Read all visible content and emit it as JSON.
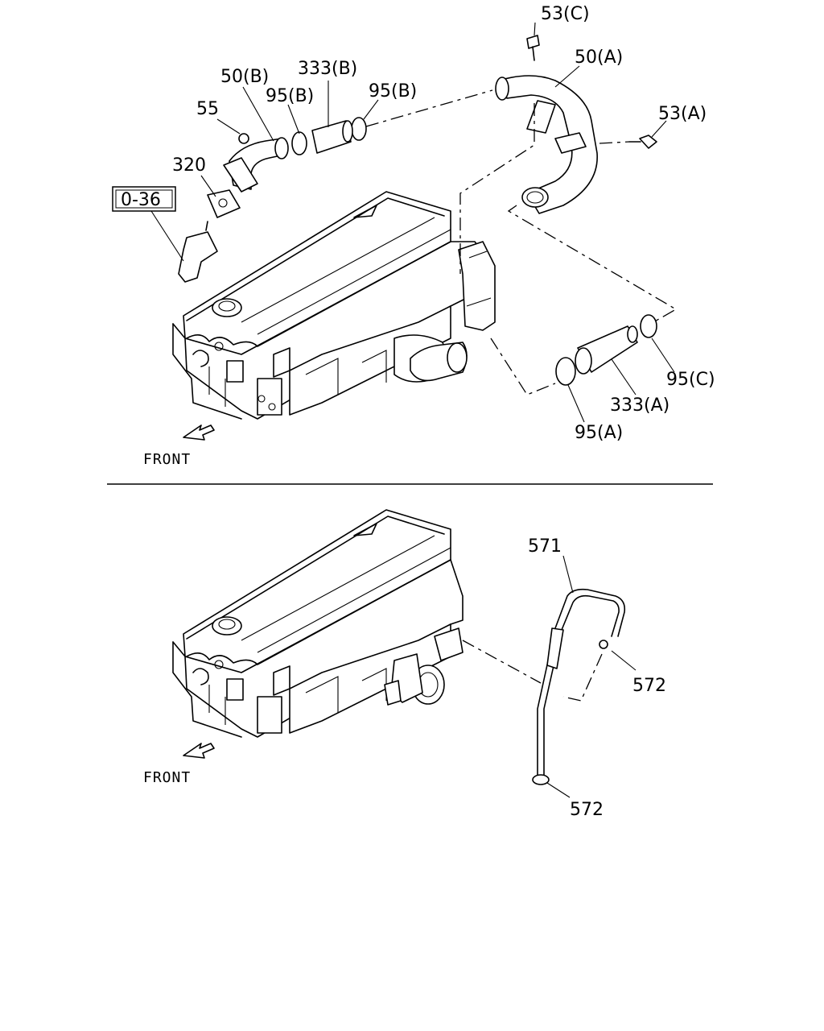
{
  "diagram": {
    "labels": {
      "p53c": "53(C)",
      "p50a": "50(A)",
      "p53a": "53(A)",
      "p333b": "333(B)",
      "p50b": "50(B)",
      "p95b_1": "95(B)",
      "p95b_2": "95(B)",
      "p55": "55",
      "p320": "320",
      "ref036": "0-36",
      "p95c": "95(C)",
      "p333a": "333(A)",
      "p95a": "95(A)",
      "p571": "571",
      "p572_1": "572",
      "p572_2": "572"
    },
    "front_top": "FRONT",
    "front_bottom": "FRONT"
  }
}
